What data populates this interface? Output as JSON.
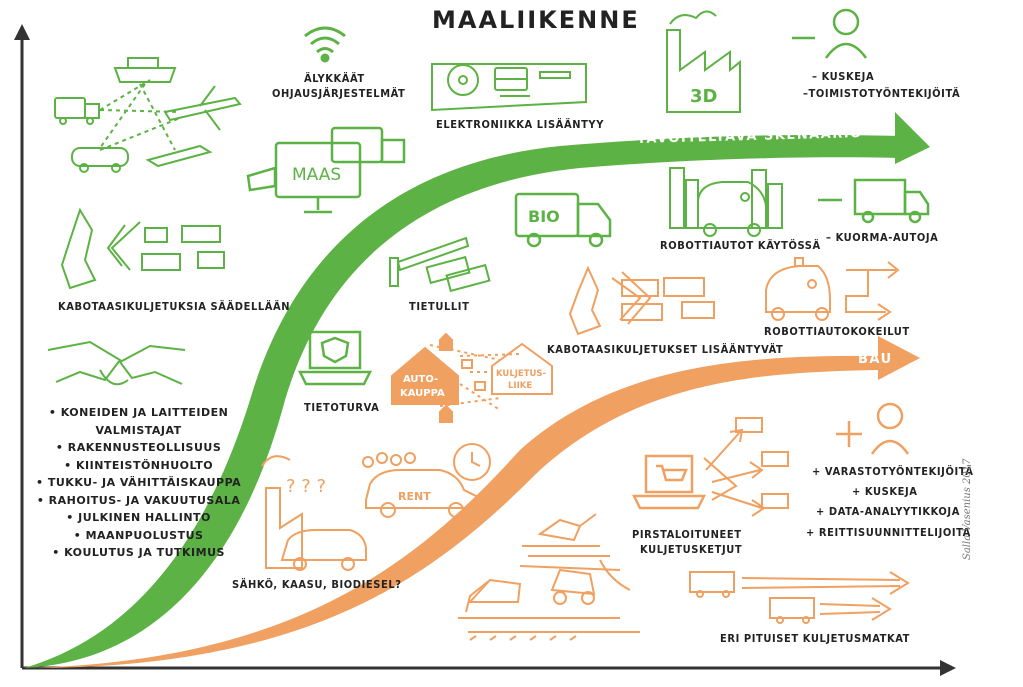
{
  "title": "MAALIIKENNE",
  "scenarios": {
    "target": "TAVOITELTAVA SKENAARIO",
    "bau": "BAU"
  },
  "green_items": {
    "smart_control": [
      "ÄLYKKÄÄT",
      "OHJAUSJÄRJESTELMÄT"
    ],
    "electronics": "ELEKTRONIIKKA LISÄÄNTYY",
    "maas": "MAAS",
    "print3d": "3D",
    "workers_minus": [
      "– KUSKEJA",
      "–TOIMISTOTYÖNTEKIJÖITÄ"
    ],
    "cabotage_regulated": "KABOTAASIKULJETUKSIA SÄÄDELLÄÄN",
    "bio": "BIO",
    "robot_cars": "ROBOTTIAUTOT KÄYTÖSSÄ",
    "trucks_minus": "– KUORMA-AUTOJA",
    "tolls": "TIETULLIT",
    "security": "TIETOTURVA"
  },
  "orange_items": {
    "cabotage_increase": "KABOTAASIKULJETUKSET LISÄÄNTYVÄT",
    "robot_trials": "ROBOTTIAUTOKOKEILUT",
    "autokauppa": [
      "AUTO-",
      "KAUPPA"
    ],
    "kuljetusliike": [
      "KULJETUS-",
      "LIIKE"
    ],
    "rent": "RENT",
    "question": "? ? ?",
    "fuels": "SÄHKÖ, KAASU, BIODIESEL?",
    "fragmented": [
      "PIRSTALOITUNEET",
      "KULJETUSKETJUT"
    ],
    "trip_lengths": "ERI PITUISET KULJETUSMATKAT",
    "workers_plus": [
      "+ VARASTOTYÖNTEKIJÖITÄ",
      "+ KUSKEJA",
      "+ DATA-ANALYYTIKKOJA",
      "+ REITTISUUNNITTELIJOITA"
    ]
  },
  "sectors": [
    "• KONEIDEN JA LAITTEIDEN",
    "VALMISTAJAT",
    "• RAKENNUSTEOLLISUUS",
    "• KIINTEISTÖNHUOLTO",
    "• TUKKU- JA VÄHITTÄISKAUPPA",
    "• RAHOITUS- JA VAKUUTUSALA",
    "• JULKINEN HALLINTO",
    "• MAANPUOLUSTUS",
    "• KOULUTUS JA TUTKIMUS"
  ],
  "credit": "Salla Vasenius 2017",
  "colors": {
    "green": "#5cb244",
    "orange": "#f0a060",
    "ink": "#222222"
  }
}
